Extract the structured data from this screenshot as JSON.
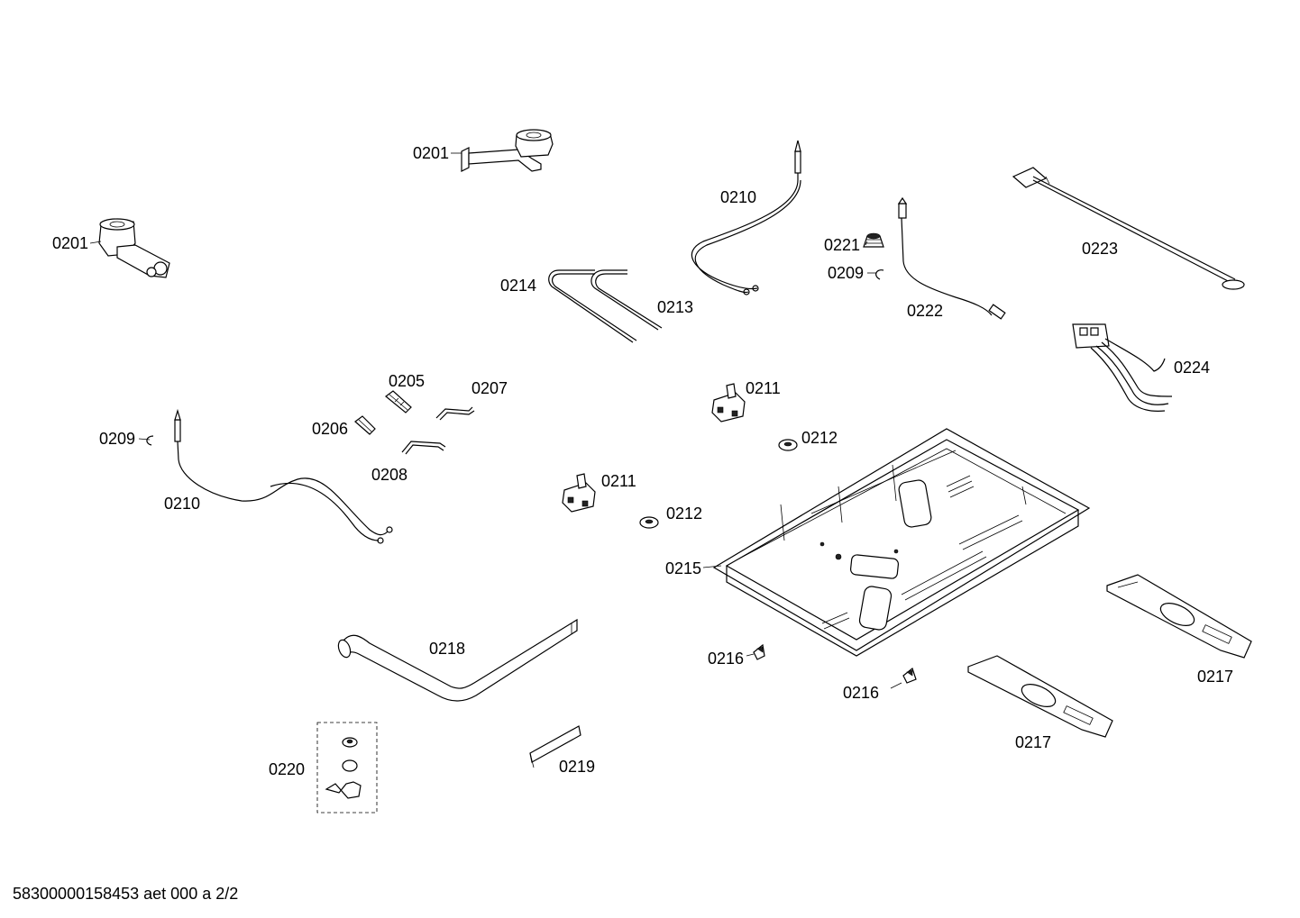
{
  "labels": {
    "l0201a": "0201",
    "l0201b": "0201",
    "l0205": "0205",
    "l0206": "0206",
    "l0207": "0207",
    "l0208": "0208",
    "l0209a": "0209",
    "l0209b": "0209",
    "l0210a": "0210",
    "l0210b": "0210",
    "l0211a": "0211",
    "l0211b": "0211",
    "l0212a": "0212",
    "l0212b": "0212",
    "l0213": "0213",
    "l0214": "0214",
    "l0215": "0215",
    "l0216a": "0216",
    "l0216b": "0216",
    "l0217a": "0217",
    "l0217b": "0217",
    "l0218": "0218",
    "l0219": "0219",
    "l0220": "0220",
    "l0221": "0221",
    "l0222": "0222",
    "l0223": "0223",
    "l0224": "0224"
  },
  "footer": {
    "doc_id": "58300000158453 aet 000 a 2/2"
  }
}
